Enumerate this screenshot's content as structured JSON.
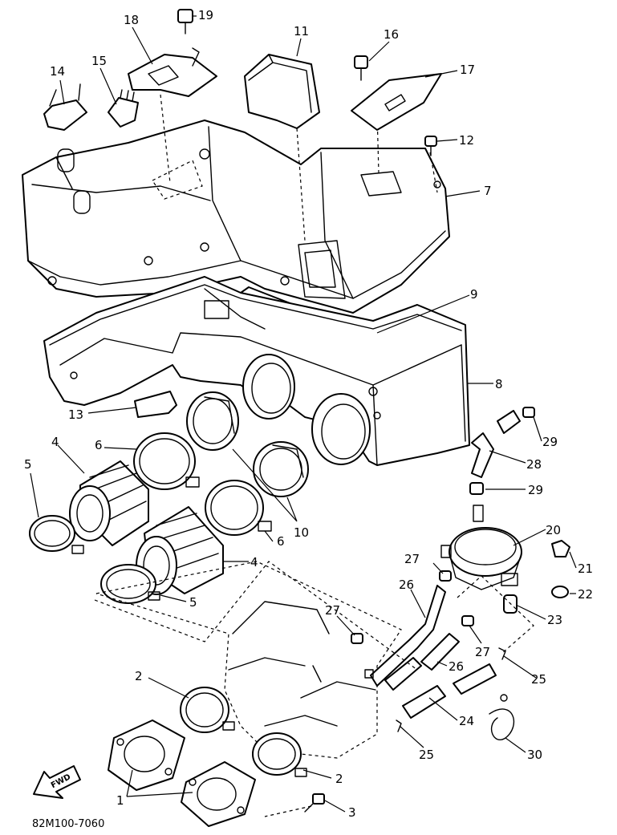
{
  "diagram": {
    "code": "82M100-7060",
    "forward_label": "FWD",
    "callouts": [
      "1",
      "2",
      "2",
      "3",
      "4",
      "4",
      "5",
      "5",
      "6",
      "6",
      "7",
      "8",
      "9",
      "10",
      "11",
      "12",
      "13",
      "14",
      "15",
      "16",
      "17",
      "18",
      "19",
      "20",
      "21",
      "22",
      "23",
      "24",
      "25",
      "25",
      "26",
      "26",
      "27",
      "27",
      "27",
      "28",
      "29",
      "29",
      "30"
    ]
  }
}
